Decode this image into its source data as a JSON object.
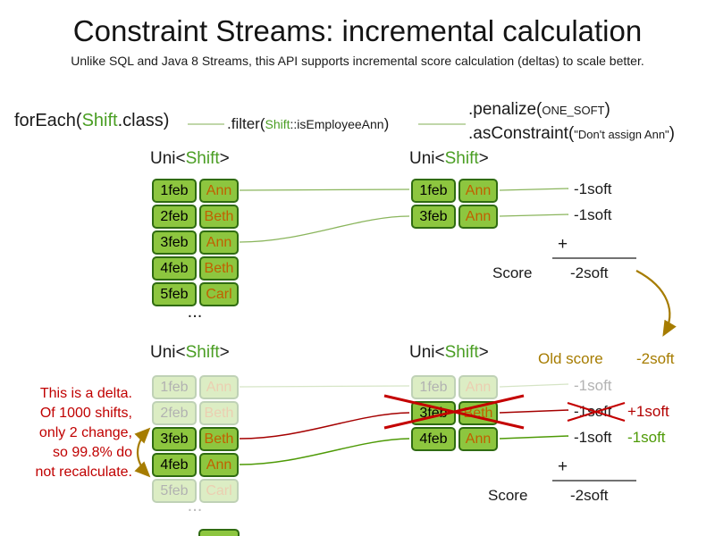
{
  "title": "Constraint Streams: incremental calculation",
  "subtitle": "Unlike SQL and Java 8 Streams, this API supports incremental score calculation (deltas) to scale better.",
  "pipeline": {
    "foreach": {
      "pre": "forEach(",
      "cls": "Shift",
      "post": ".class)"
    },
    "filter": {
      "pre": ".filter(",
      "cls": "Shift",
      "method": "::isEmployeeAnn",
      "post": ")"
    },
    "penalize": {
      "pre": ".penalize(",
      "arg": "ONE_SOFT",
      "post": ")"
    },
    "as_constraint": {
      "pre": ".asConstraint(",
      "arg": "\"Don't assign Ann\"",
      "post": ")"
    }
  },
  "labels": {
    "uni_pre": "Uni<",
    "uni_cls": "Shift",
    "uni_post": ">",
    "plus": "+",
    "score": "Score",
    "old_score": "Old score",
    "ellipsis": "..."
  },
  "top": {
    "left_rows": [
      {
        "date": "1feb",
        "name": "Ann"
      },
      {
        "date": "2feb",
        "name": "Beth"
      },
      {
        "date": "3feb",
        "name": "Ann"
      },
      {
        "date": "4feb",
        "name": "Beth"
      },
      {
        "date": "5feb",
        "name": "Carl"
      }
    ],
    "right_rows": [
      {
        "date": "1feb",
        "name": "Ann"
      },
      {
        "date": "3feb",
        "name": "Ann"
      }
    ],
    "scores": [
      "-1soft",
      "-1soft"
    ],
    "total": "-2soft"
  },
  "bottom": {
    "left_rows": [
      {
        "date": "1feb",
        "name": "Ann",
        "faded": true
      },
      {
        "date": "2feb",
        "name": "Beth",
        "faded": true
      },
      {
        "date": "3feb",
        "name": "Beth",
        "faded": false
      },
      {
        "date": "4feb",
        "name": "Ann",
        "faded": false
      },
      {
        "date": "5feb",
        "name": "Carl",
        "faded": true
      }
    ],
    "right_rows": [
      {
        "date": "1feb",
        "name": "Ann",
        "faded": true,
        "crossed": false
      },
      {
        "date": "3feb",
        "name": "Beth",
        "faded": false,
        "crossed": true
      },
      {
        "date": "4feb",
        "name": "Ann",
        "faded": false,
        "crossed": false
      }
    ],
    "old_score_value": "-2soft",
    "score_rows": [
      {
        "value": "-1soft",
        "delta": "",
        "state": "faded"
      },
      {
        "value": "-1soft",
        "delta": "+1soft",
        "state": "retracted"
      },
      {
        "value": "-1soft",
        "delta": "-1soft",
        "state": "inserted"
      }
    ],
    "total": "-2soft"
  },
  "note": {
    "lines": [
      "This is a delta.",
      "Of 1000 shifts,",
      "only 2 change,",
      "so 99.8% do",
      "not recalculate."
    ]
  },
  "colors": {
    "cell_fill": "#8dc63f",
    "cell_border": "#2f6b11",
    "employee_name": "#c06000",
    "code_green": "#4a9e23",
    "delta_red": "#cc0000",
    "gold": "#a67c00",
    "score_green": "#4e9a06"
  }
}
